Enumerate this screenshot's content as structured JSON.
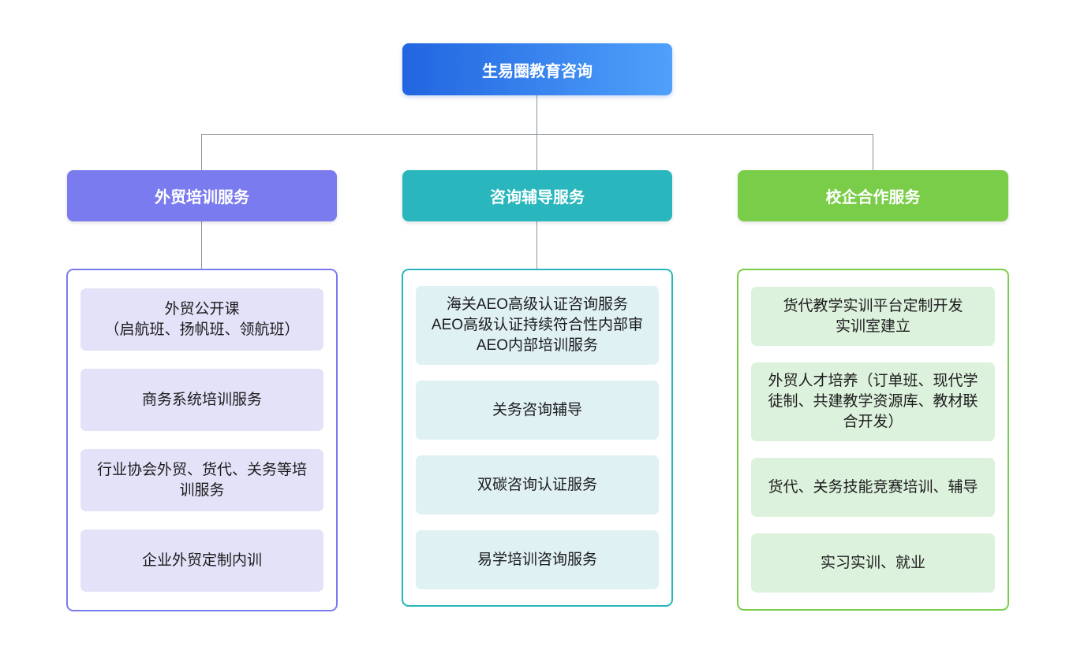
{
  "root_node": {
    "label": "生易圈教育咨询",
    "gradient_from": "#2165E0",
    "gradient_to": "#4FA1FB"
  },
  "connector_color": "#8B949C",
  "branches": [
    {
      "label": "外贸培训服务",
      "accent_color": "#7B7BF0",
      "item_bg_color": "#E4E2F8",
      "items": [
        "外贸公开课\n（启航班、扬帆班、领航班）",
        "商务系统培训服务",
        "行业协会外贸、货代、关务等培训服务",
        "企业外贸定制内训"
      ]
    },
    {
      "label": "咨询辅导服务",
      "accent_color": "#29B6BC",
      "item_bg_color": "#DFF1F3",
      "items": [
        "海关AEO高级认证咨询服务\nAEO高级认证持续符合性内部审\nAEO内部培训服务",
        "关务咨询辅导",
        "双碳咨询认证服务",
        "易学培训咨询服务"
      ]
    },
    {
      "label": "校企合作服务",
      "accent_color": "#7ACD48",
      "item_bg_color": "#DDF2DC",
      "items": [
        "货代教学实训平台定制开发\n实训室建立",
        "外贸人才培养（订单班、现代学徒制、共建教学资源库、教材联合开发）",
        "货代、关务技能竞赛培训、辅导",
        "实习实训、就业"
      ]
    }
  ]
}
